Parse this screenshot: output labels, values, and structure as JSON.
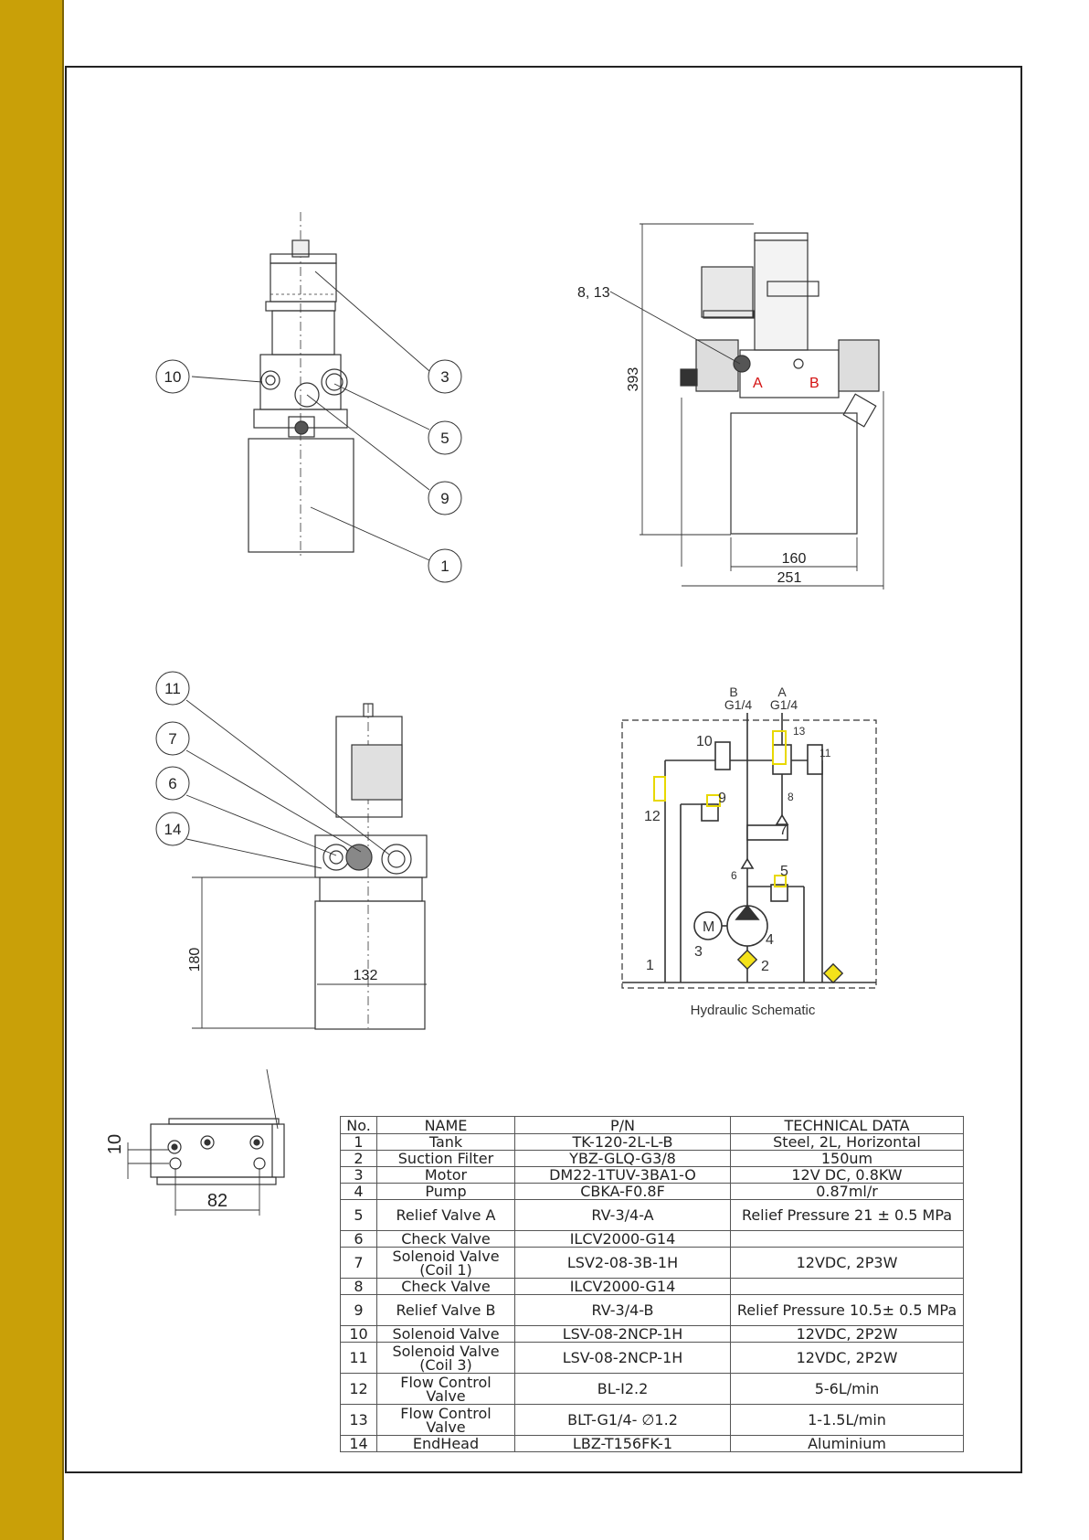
{
  "views": {
    "front": {
      "balloons": [
        "10",
        "3",
        "5",
        "9",
        "1"
      ]
    },
    "side": {
      "callout": "8, 13",
      "port_a": "A",
      "port_b": "B",
      "dim_height": "393",
      "dim_tank_width": "160",
      "dim_total_width": "251"
    },
    "rear": {
      "balloons": [
        "11",
        "7",
        "6",
        "14"
      ],
      "dim_height": "180",
      "dim_width": "132"
    },
    "bottom": {
      "dim_offset": "10",
      "dim_spacing": "82"
    }
  },
  "schematic": {
    "caption": "Hydraulic Schematic",
    "port_b_label": "B",
    "port_b_size": "G1/4",
    "port_a_label": "A",
    "port_a_size": "G1/4",
    "labels": {
      "n1": "1",
      "n2": "2",
      "n3": "3",
      "n4": "4",
      "n5": "5",
      "n6": "6",
      "n7": "7",
      "n8": "8",
      "n9": "9",
      "n10": "10",
      "n11": "11",
      "n12": "12",
      "n13": "13"
    },
    "motor_symbol": "M",
    "highlight_color": "#e8d800"
  },
  "parts_table": {
    "headers": [
      "No.",
      "NAME",
      "P/N",
      "TECHNICAL DATA"
    ],
    "rows": [
      [
        "1",
        "Tank",
        "TK-120-2L-L-B",
        "Steel, 2L, Horizontal"
      ],
      [
        "2",
        "Suction Filter",
        "YBZ-GLQ-G3/8",
        "150um"
      ],
      [
        "3",
        "Motor",
        "DM22-1TUV-3BA1-O",
        "12V DC, 0.8KW"
      ],
      [
        "4",
        "Pump",
        "CBKA-F0.8F",
        "0.87ml/r"
      ],
      [
        "5",
        "Relief Valve A",
        "RV-3/4-A",
        "Relief Pressure 21 ± 0.5 MPa"
      ],
      [
        "6",
        "Check Valve",
        "ILCV2000-G14",
        ""
      ],
      [
        "7",
        "Solenoid Valve (Coil 1)",
        "LSV2-08-3B-1H",
        "12VDC, 2P3W"
      ],
      [
        "8",
        "Check Valve",
        "ILCV2000-G14",
        ""
      ],
      [
        "9",
        "Relief Valve B",
        "RV-3/4-B",
        "Relief Pressure 10.5± 0.5 MPa"
      ],
      [
        "10",
        "Solenoid Valve",
        "LSV-08-2NCP-1H",
        "12VDC, 2P2W"
      ],
      [
        "11",
        "Solenoid Valve (Coil 3)",
        "LSV-08-2NCP-1H",
        "12VDC, 2P2W"
      ],
      [
        "12",
        "Flow Control Valve",
        "BL-I2.2",
        "5-6L/min"
      ],
      [
        "13",
        "Flow Control Valve",
        "BLT-G1/4- ∅1.2",
        "1-1.5L/min"
      ],
      [
        "14",
        "EndHead",
        "LBZ-T156FK-1",
        "Aluminium"
      ]
    ]
  }
}
